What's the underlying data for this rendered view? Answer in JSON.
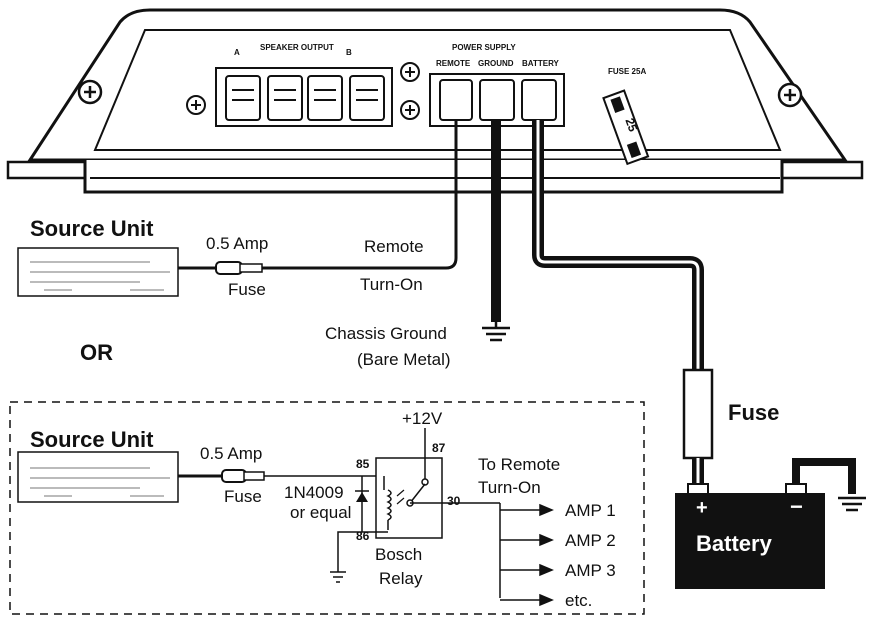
{
  "amplifier": {
    "speaker_output": "SPEAKER OUTPUT",
    "channel_a": "A",
    "channel_b": "B",
    "power_supply": "POWER SUPPLY",
    "remote": "REMOTE",
    "ground": "GROUND",
    "battery": "BATTERY",
    "fuse_rating": "FUSE 25A",
    "fuse_value": "25"
  },
  "top_section": {
    "source_unit": "Source Unit",
    "amp_rating": "0.5 Amp",
    "fuse": "Fuse",
    "remote": "Remote",
    "turn_on": "Turn-On",
    "chassis_ground": "Chassis Ground",
    "bare_metal": "(Bare Metal)"
  },
  "or_label": "OR",
  "relay_section": {
    "source_unit": "Source Unit",
    "amp_rating": "0.5 Amp",
    "fuse": "Fuse",
    "voltage": "+12V",
    "pin_87": "87",
    "pin_85": "85",
    "pin_86": "86",
    "pin_30": "30",
    "diode": "1N4009",
    "or_equal": "or equal",
    "to_remote": "To Remote",
    "turn_on": "Turn-On",
    "outputs": [
      "AMP 1",
      "AMP 2",
      "AMP 3",
      "etc."
    ],
    "relay_brand": "Bosch",
    "relay": "Relay"
  },
  "battery_section": {
    "fuse": "Fuse",
    "battery": "Battery",
    "plus": "+",
    "minus": "−"
  }
}
